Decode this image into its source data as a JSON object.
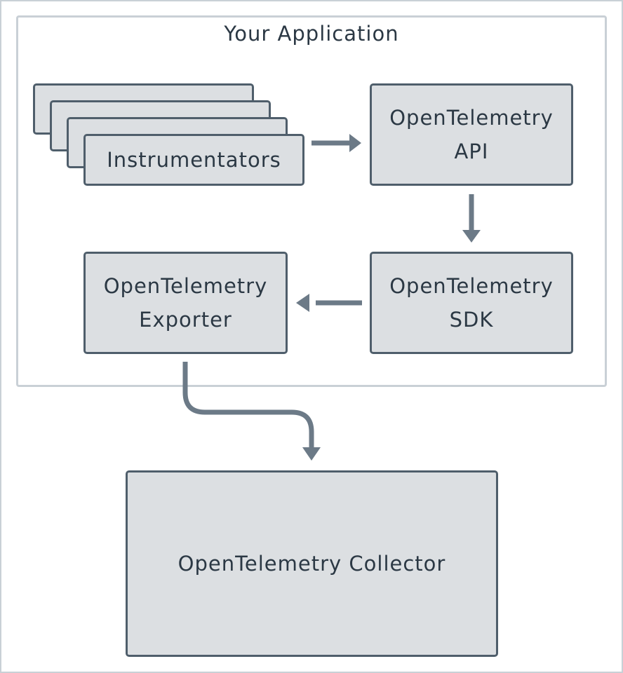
{
  "application": {
    "title": "Your Application"
  },
  "components": {
    "instrumentators": "Instrumentators",
    "api": [
      "OpenTelemetry",
      "API"
    ],
    "sdk": [
      "OpenTelemetry",
      "SDK"
    ],
    "exporter": [
      "OpenTelemetry",
      "Exporter"
    ],
    "collector": "OpenTelemetry Collector"
  },
  "colors": {
    "box_fill": "#dcdfe2",
    "box_border": "#4f5e6b",
    "arrow": "#6c7a87",
    "frame_border": "#c9d0d6",
    "text": "#2b3844"
  }
}
